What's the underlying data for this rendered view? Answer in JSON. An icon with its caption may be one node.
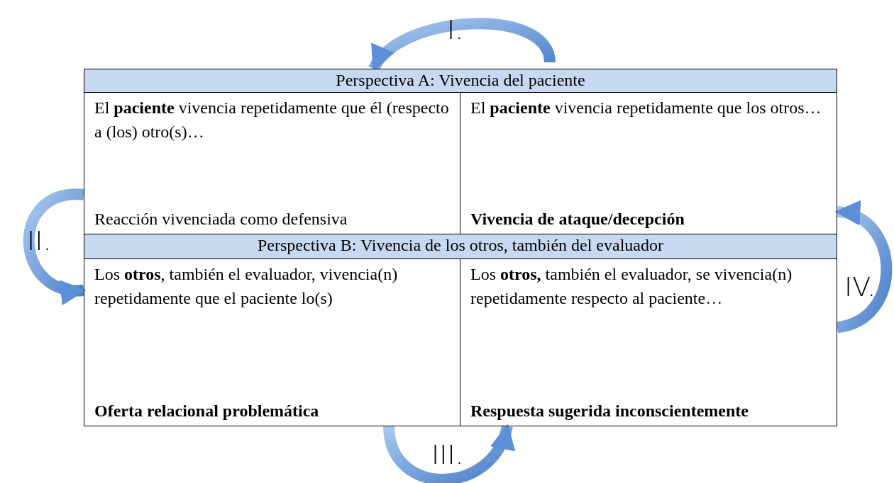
{
  "diagram": {
    "nodes": [
      {
        "text": [
          "Perspectiva A: Vivencia del paciente"
        ]
      },
      {
        "text": [
          "El **paciente** vivencia repetidamente que él (respecto a (los) otro(s)…",
          "Reacción vivenciada como defensiva"
        ]
      },
      {
        "text": [
          "El **paciente** vivencia repetidamente que los otros…",
          "Vivencia de ataque/decepción"
        ]
      },
      {
        "text": [
          "Perspectiva B: Vivencia de los otros, también del evaluador"
        ]
      },
      {
        "text": [
          "Los **otros**, también el evaluador, vivencia(n) repetidamente que el paciente lo(s)",
          "Oferta relacional problemática"
        ]
      },
      {
        "text": [
          "Los **otros,** también el evaluador, se vivencia(n) repetidamente respecto al paciente…",
          "Respuesta sugerida inconscientemente"
        ]
      }
    ],
    "edges": [
      {
        "from": null,
        "to": 0,
        "arrow": "to",
        "label": "I."
      },
      {
        "from": 1,
        "to": 4,
        "arrow": "to",
        "label": "II."
      },
      {
        "from": 4,
        "to": 5,
        "arrow": "to",
        "label": "III."
      },
      {
        "from": 5,
        "to": 2,
        "arrow": "to",
        "label": "IV."
      }
    ]
  }
}
